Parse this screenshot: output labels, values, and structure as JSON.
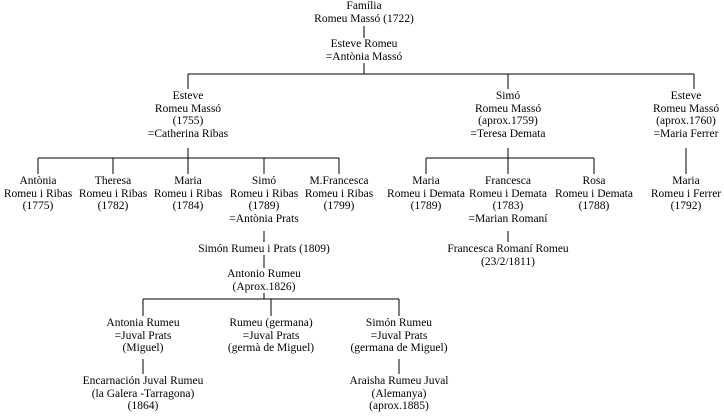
{
  "family_tree": {
    "root": {
      "lines": [
        "Família",
        "Romeu Massó (1722)"
      ]
    },
    "esteve_romeu": {
      "lines": [
        "Esteve Romeu",
        "=Antònia Massó"
      ]
    },
    "esteve_1755": {
      "lines": [
        "Esteve",
        "Romeu  Massó",
        "(1755)",
        "=Catherina Ribas"
      ]
    },
    "simo_1759": {
      "lines": [
        "Simó",
        "Romeu  Massó",
        "(aprox.1759)",
        "=Teresa Demata"
      ]
    },
    "esteve_1760": {
      "lines": [
        "Esteve",
        "Romeu  Massó",
        "(aprox.1760)",
        "=Maria Ferrer"
      ]
    },
    "antonia_1775": {
      "lines": [
        "Antònia",
        "Romeu i Ribas",
        "(1775)"
      ]
    },
    "theresa_1782": {
      "lines": [
        "Theresa",
        "Romeu i Ribas",
        "(1782)"
      ]
    },
    "maria_1784": {
      "lines": [
        "Maria",
        "Romeu i Ribas",
        "(1784)"
      ]
    },
    "simo_1789": {
      "lines": [
        "Simó",
        "Romeu i Ribas",
        "(1789)",
        "=Antònia Prats"
      ]
    },
    "mfrancesca_1799": {
      "lines": [
        "M.Francesca",
        "Romeu i Ribas",
        "(1799)"
      ]
    },
    "maria_1789": {
      "lines": [
        "Maria",
        "Romeu i Demata",
        "(1789)"
      ]
    },
    "francesca_1783": {
      "lines": [
        "Francesca",
        "Romeu i Demata",
        "(1783)",
        "=Marian Romaní"
      ]
    },
    "rosa_1788": {
      "lines": [
        "Rosa",
        "Romeu i Demata",
        "(1788)"
      ]
    },
    "maria_1792": {
      "lines": [
        "Maria",
        "Romeu i Ferrer",
        "(1792)"
      ]
    },
    "simon_1809": {
      "lines": [
        "Simón Rumeu i Prats (1809)"
      ]
    },
    "francesca_romani": {
      "lines": [
        "Francesca Romaní Romeu",
        "(23/2/1811)"
      ]
    },
    "antonio_rumeu": {
      "lines": [
        "Antonio Rumeu",
        "(Aprox.1826)"
      ]
    },
    "antonia_rumeu": {
      "lines": [
        "Antonia Rumeu",
        "=Juval Prats",
        "(Miguel)"
      ]
    },
    "rumeu_germana": {
      "lines": [
        "Rumeu (germana)",
        "=Juval Prats",
        "(germà de Miguel)"
      ]
    },
    "simon_rumeu": {
      "lines": [
        "Simón Rumeu",
        "=Juval Prats",
        "(germana de Miguel)"
      ]
    },
    "encarnacion": {
      "lines": [
        "Encarnación Juval Rumeu",
        "(la Galera -Tarragona)",
        "(1864)"
      ]
    },
    "araisha": {
      "lines": [
        "Araisha Rumeu Juval",
        "(Alemanya)",
        "(aprox.1885)"
      ]
    }
  }
}
